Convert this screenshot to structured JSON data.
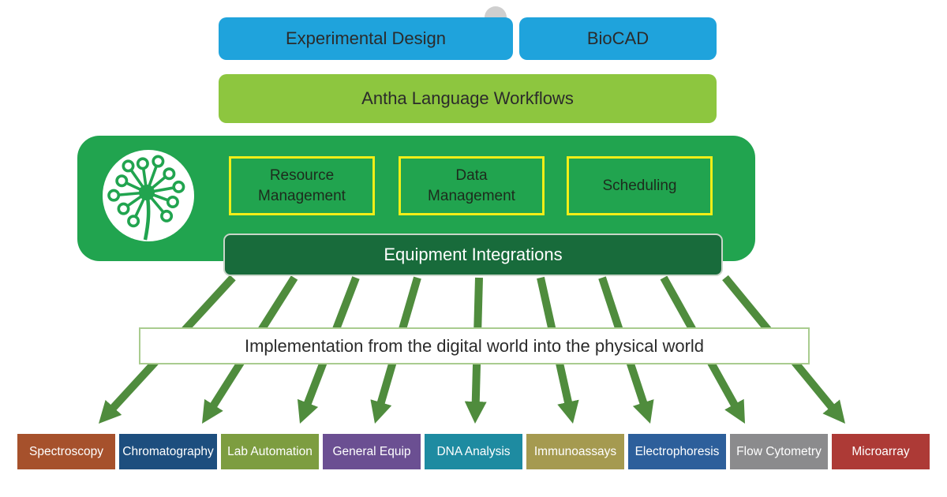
{
  "colors": {
    "blue": "#1fa3dc",
    "lime": "#8dc63f",
    "green": "#21a44f",
    "dark_green": "#186b3b",
    "yellow": "#f2ee17",
    "arrow": "#4f8c3d",
    "border_light": "#a9cc8f",
    "text_dark": "#2b2b2b"
  },
  "top_row": {
    "experimental_design": "Experimental Design",
    "biocad": "BioCAD"
  },
  "workflow_bar": {
    "label": "Antha Language Workflows"
  },
  "platform": {
    "logo_icon": "dandelion-logo-icon",
    "modules": [
      {
        "label": "Resource Management"
      },
      {
        "label": "Data Management"
      },
      {
        "label": "Scheduling"
      }
    ],
    "equipment_label": "Equipment Integrations"
  },
  "implementation_bar": {
    "label": "Implementation from the digital world into the physical world"
  },
  "bottom_row": {
    "items": [
      {
        "label": "Spectroscopy",
        "color": "#a6512c"
      },
      {
        "label": "Chromatography",
        "color": "#1d4e7e"
      },
      {
        "label": "Lab Automation",
        "color": "#7d9d40"
      },
      {
        "label": "General Equip",
        "color": "#6b4f92"
      },
      {
        "label": "DNA Analysis",
        "color": "#1e8ba1"
      },
      {
        "label": "Immunoassays",
        "color": "#a59a50"
      },
      {
        "label": "Electrophoresis",
        "color": "#2d5f9b"
      },
      {
        "label": "Flow Cytometry",
        "color": "#8b8b8d"
      },
      {
        "label": "Microarray",
        "color": "#ad3a36"
      }
    ]
  }
}
